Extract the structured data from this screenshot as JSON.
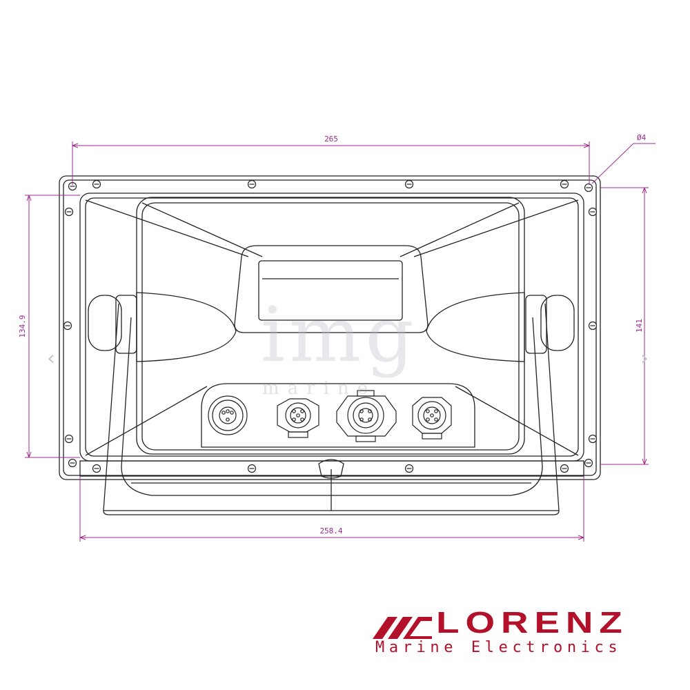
{
  "dimensions": {
    "overall_width": "265",
    "hole_diameter": "Ø4",
    "left_height": "134.9",
    "right_height": "141",
    "bottom_width": "258.4"
  },
  "watermark": {
    "main": "img",
    "sub": "marine"
  },
  "brand": {
    "name": "LORENZ",
    "tagline": "Marine Electronics",
    "color": "#b3102a"
  },
  "colors": {
    "dimension": "#a0278e",
    "line": "#222222"
  },
  "navigation": {
    "prev_icon": "chevron-left-icon",
    "next_icon": "chevron-right-icon",
    "prev_glyph": "‹",
    "next_glyph": "›"
  }
}
